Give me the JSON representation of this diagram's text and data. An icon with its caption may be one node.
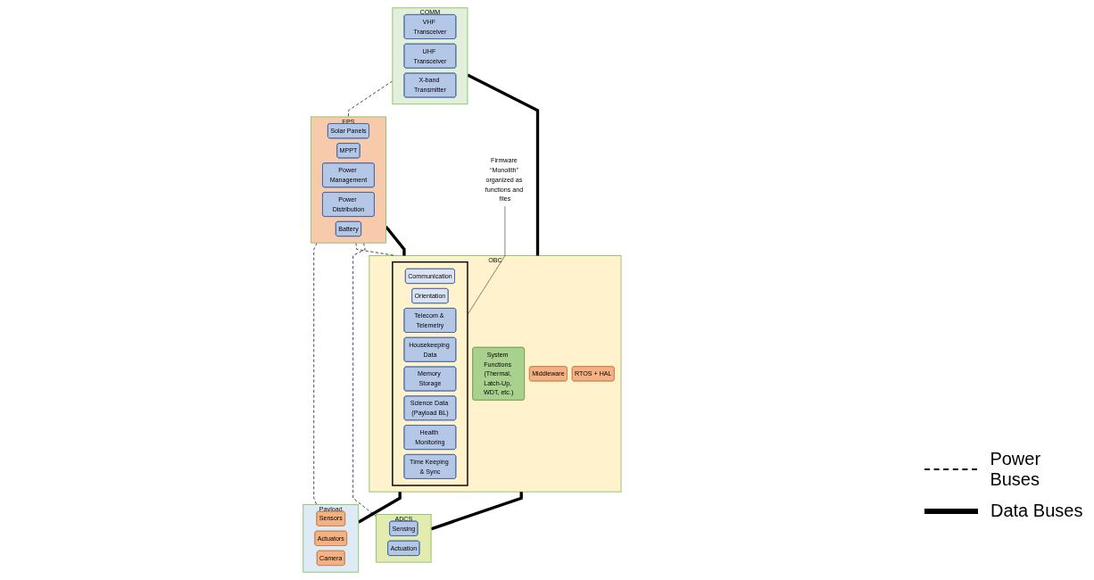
{
  "diagram": {
    "nodes": [
      {
        "text": [
          "COMM"
        ]
      },
      {
        "text": [
          "VHF Transceiver"
        ],
        "in": 0
      },
      {
        "text": [
          "UHF Transceiver"
        ],
        "in": 0
      },
      {
        "text": [
          "X-band Transmitter"
        ],
        "in": 0
      },
      {
        "text": [
          "EPS"
        ]
      },
      {
        "text": [
          "Solar Panels"
        ],
        "in": 4
      },
      {
        "text": [
          "MPPT"
        ],
        "in": 4
      },
      {
        "text": [
          "Power Management"
        ],
        "in": 4
      },
      {
        "text": [
          "Power Distribution"
        ],
        "in": 4
      },
      {
        "text": [
          "Battery"
        ],
        "in": 4
      },
      {
        "text": [
          "OBC"
        ]
      },
      {
        "text": [
          "System Functions (Thermal, Latch-Up, WDT, etc.)"
        ],
        "in": 10
      },
      {
        "text": [],
        "shape": "box",
        "in": 10
      },
      {
        "text": [
          "Communication"
        ],
        "in": 12
      },
      {
        "text": [
          "Orientation"
        ],
        "in": 12
      },
      {
        "text": [
          "Telecom & Telemetry"
        ],
        "in": 12
      },
      {
        "text": [
          "Housekeeping Data"
        ],
        "in": 12
      },
      {
        "text": [
          "Memory Storage"
        ],
        "in": 12
      },
      {
        "text": [
          "Science Data (Payload BL)"
        ],
        "in": 12
      },
      {
        "text": [
          "Health Monitoring"
        ],
        "in": 12
      },
      {
        "text": [
          "Time Keeping & Sync"
        ],
        "in": 12
      },
      {
        "text": [
          "Middleware"
        ],
        "in": 10
      },
      {
        "text": [
          "RTOS + HAL"
        ],
        "in": 10
      },
      {
        "text": [
          "Payload"
        ]
      },
      {
        "text": [
          "Sensors"
        ],
        "in": 23
      },
      {
        "text": [
          "Actuators"
        ],
        "in": 23
      },
      {
        "text": [
          "Camera"
        ],
        "in": 23
      },
      {
        "text": [
          "ADCS"
        ]
      },
      {
        "text": [
          "Sensing"
        ],
        "in": 27
      },
      {
        "text": [
          "Actuation"
        ],
        "in": 27
      },
      {
        "text": [
          "Firmware “Monolith” organized as functions and files"
        ]
      }
    ],
    "edges": [
      {
        "from": 0,
        "to": 4,
        "arrow": "none",
        "style": "dashed"
      },
      {
        "from": 4,
        "to": 23,
        "arrow": "none",
        "style": "dashed"
      },
      {
        "from": 4,
        "to": 10,
        "arrow": "none",
        "style": "dashed"
      },
      {
        "from": 4,
        "to": 27,
        "arrow": "none",
        "style": "dashed"
      },
      {
        "from": 0,
        "to": 10,
        "arrow": "none",
        "style": "thick"
      },
      {
        "from": 4,
        "to": 10,
        "arrow": "none",
        "style": "thick"
      },
      {
        "from": 10,
        "to": 23,
        "arrow": "none",
        "style": "thick"
      },
      {
        "from": 10,
        "to": 27,
        "arrow": "none",
        "style": "thick"
      },
      {
        "from": 30,
        "to": 12,
        "arrow": "none"
      }
    ],
    "legend": [
      {
        "text": "Power Buses"
      },
      {
        "text": "Data Buses"
      }
    ]
  }
}
